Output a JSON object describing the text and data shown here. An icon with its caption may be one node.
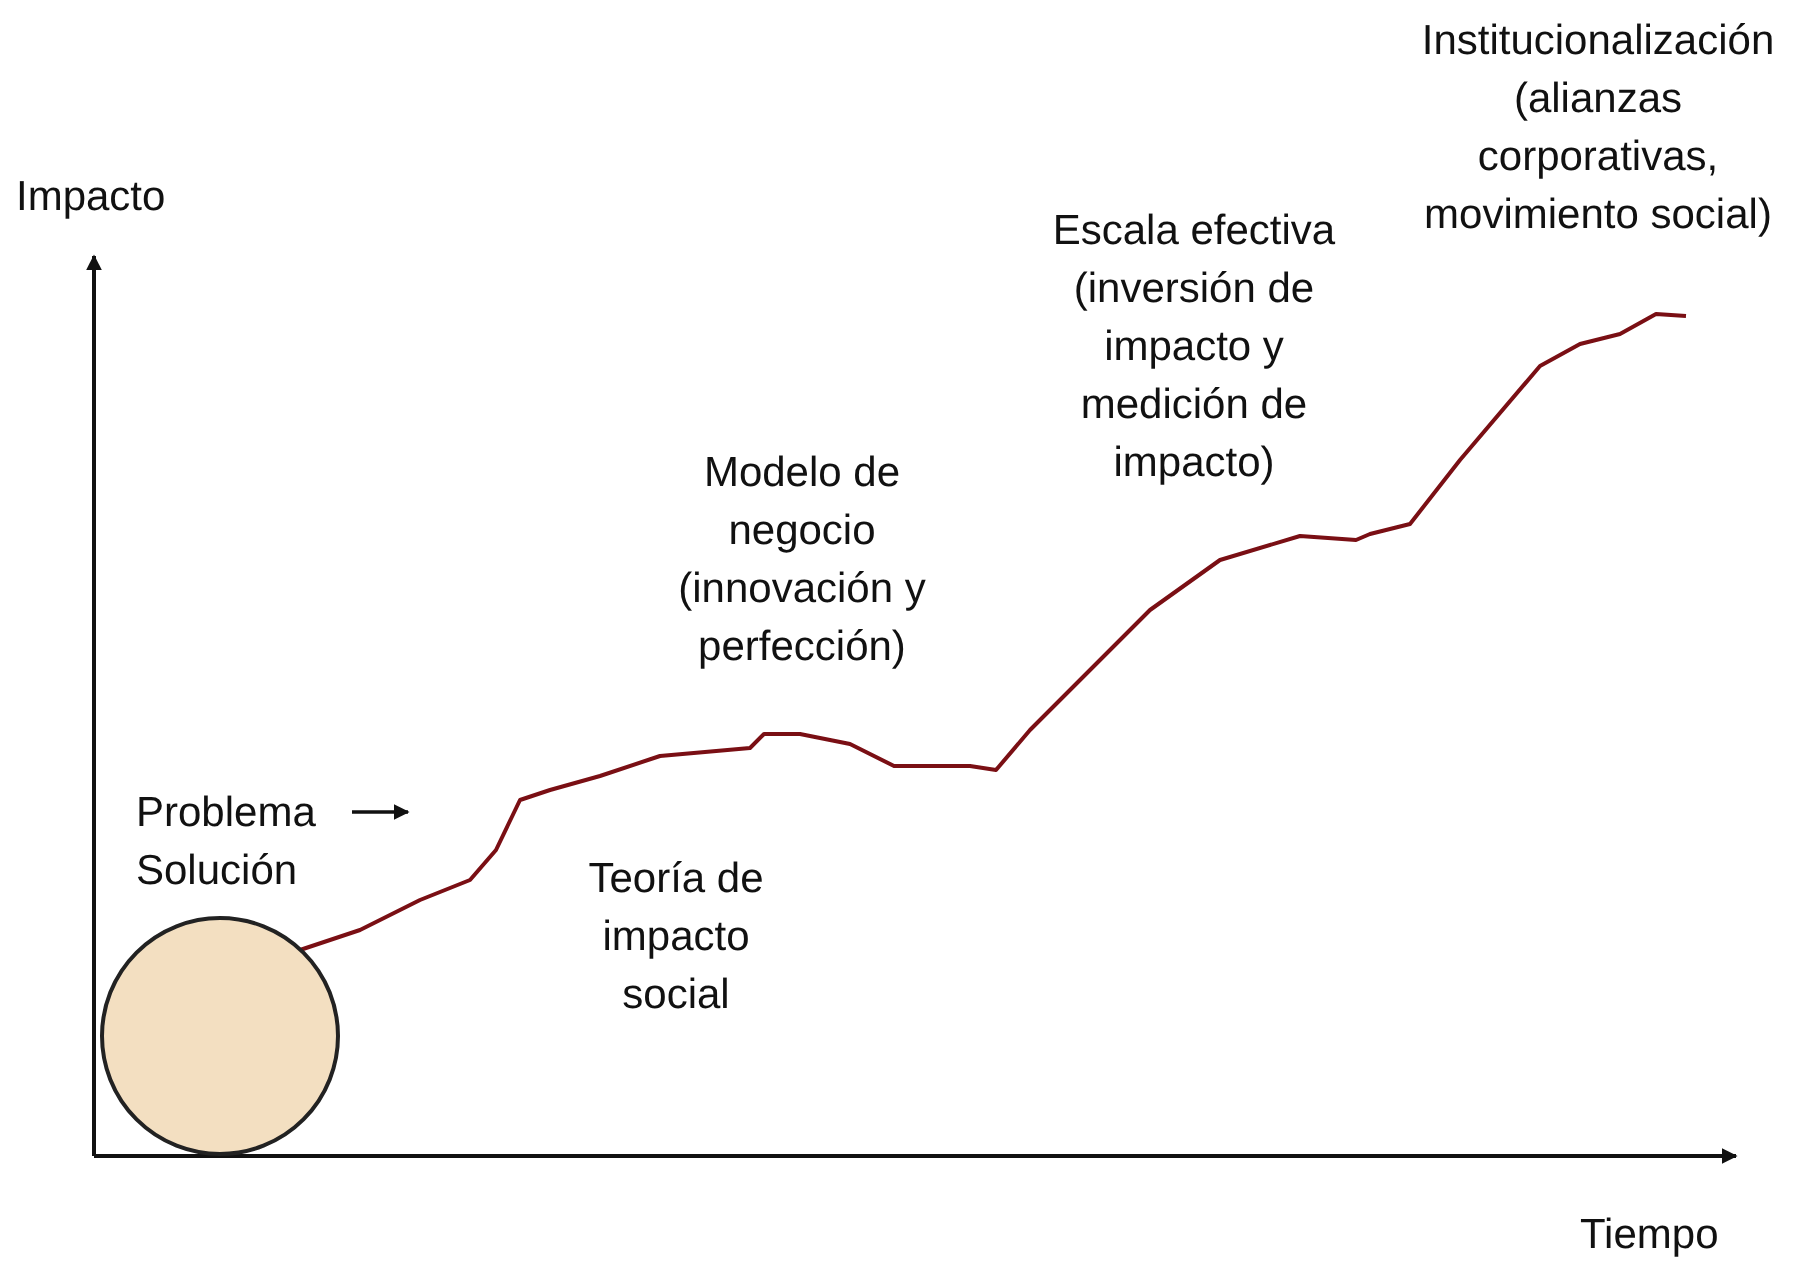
{
  "diagram": {
    "nodes": [
      {
        "text": [],
        "shape": "circle"
      }
    ],
    "labels": [
      "Impacto",
      "Institucionalización (alianzas corporativas, movimiento social)",
      "Escala efectiva (inversión de impacto y medición de impacto)",
      "Modelo de negocio (innovación y perfección)",
      "Problema",
      "Solución",
      "Teoría de impacto social",
      "Tiempo"
    ]
  }
}
